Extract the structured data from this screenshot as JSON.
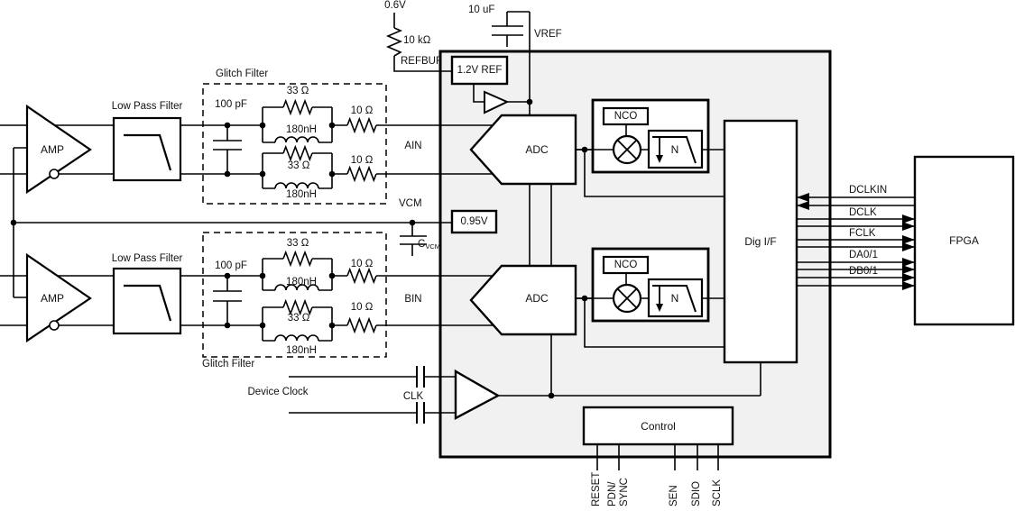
{
  "ref_top": {
    "supply": "0.6V",
    "resistor": "10 kΩ",
    "net": "REFBUF",
    "cap": "10 uF",
    "vref_net": "VREF",
    "ref_block": "1.2V REF"
  },
  "vcm": {
    "net": "VCM",
    "block": "0.95V",
    "cap": "C",
    "cap_sub": "VCM"
  },
  "channel_a": {
    "amp": "AMP",
    "lpf": "Low Pass Filter",
    "glitch_title": "Glitch Filter",
    "cap": "100 pF",
    "r1": "33 Ω",
    "l1": "180nH",
    "rs1": "10 Ω",
    "r2": "33 Ω",
    "l2": "180nH",
    "rs2": "10 Ω",
    "input_pin": "AIN",
    "adc": "ADC",
    "nco": "NCO",
    "dec_n": "N"
  },
  "channel_b": {
    "amp": "AMP",
    "lpf": "Low Pass Filter",
    "glitch_title": "Glitch Filter",
    "cap": "100 pF",
    "r1": "33 Ω",
    "l1": "180nH",
    "rs1": "10 Ω",
    "r2": "33 Ω",
    "l2": "180nH",
    "rs2": "10 Ω",
    "input_pin": "BIN",
    "adc": "ADC",
    "nco": "NCO",
    "dec_n": "N"
  },
  "clock": {
    "label": "Device Clock",
    "pin": "CLK"
  },
  "blocks": {
    "dig_if": "Dig I/F",
    "fpga": "FPGA",
    "control": "Control"
  },
  "bus": {
    "signals": [
      "DCLKIN",
      "DCLK",
      "FCLK",
      "DA0/1",
      "DB0/1"
    ]
  },
  "control_pins": [
    "RESET",
    "PDN/\nSYNC",
    "SEN",
    "SDIO",
    "SCLK"
  ],
  "colors": {
    "chip_fill": "#f1f1f1",
    "line": "#000000"
  }
}
